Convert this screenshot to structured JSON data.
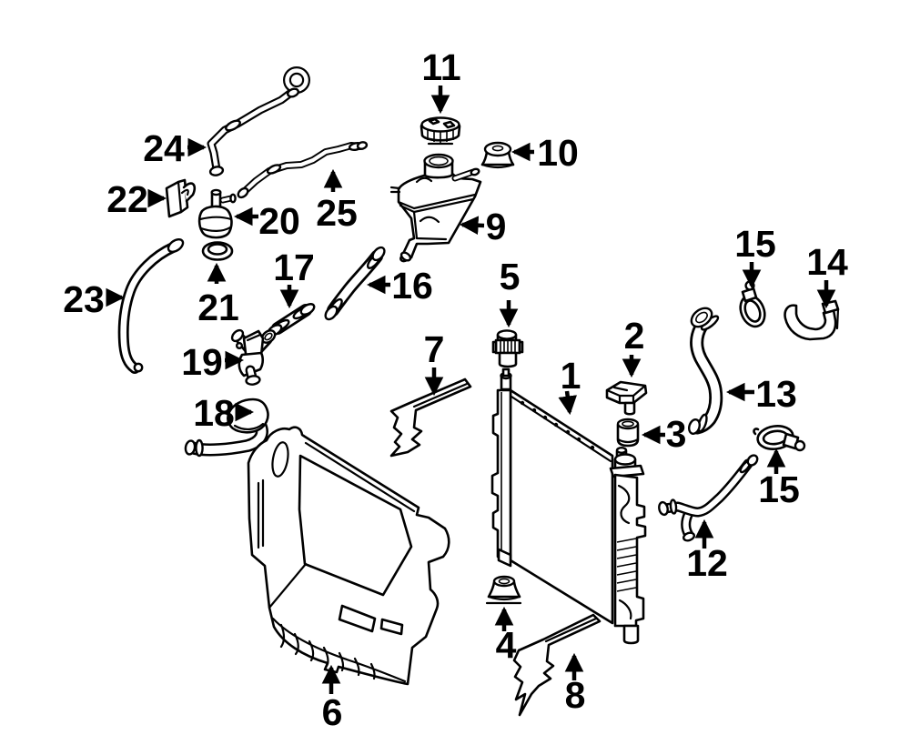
{
  "diagram": {
    "background_color": "#ffffff",
    "line_color": "#000000",
    "callouts": {
      "c1": {
        "text": "1"
      },
      "c2": {
        "text": "2"
      },
      "c3": {
        "text": "3"
      },
      "c4": {
        "text": "4"
      },
      "c5": {
        "text": "5"
      },
      "c6": {
        "text": "6"
      },
      "c7": {
        "text": "7"
      },
      "c8": {
        "text": "8"
      },
      "c9": {
        "text": "9"
      },
      "c10": {
        "text": "10"
      },
      "c11": {
        "text": "11"
      },
      "c12": {
        "text": "12"
      },
      "c13": {
        "text": "13"
      },
      "c14": {
        "text": "14"
      },
      "c15a": {
        "text": "15"
      },
      "c15b": {
        "text": "15"
      },
      "c16": {
        "text": "16"
      },
      "c17": {
        "text": "17"
      },
      "c18": {
        "text": "18"
      },
      "c19": {
        "text": "19"
      },
      "c20": {
        "text": "20"
      },
      "c21": {
        "text": "21"
      },
      "c22": {
        "text": "22"
      },
      "c23": {
        "text": "23"
      },
      "c24": {
        "text": "24"
      },
      "c25": {
        "text": "25"
      }
    }
  }
}
